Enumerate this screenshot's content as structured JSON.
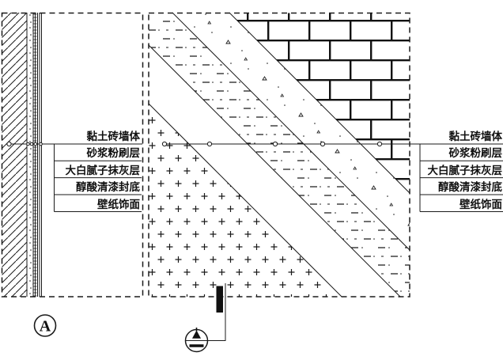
{
  "diagram": {
    "type": "wall-finish-construction-detail",
    "layers_left": [
      "黏土砖墙体",
      "砂浆粉刷层",
      "大白腻子抹灰层",
      "醇酸清漆封底",
      "壁纸饰面"
    ],
    "layers_right": [
      "黏土砖墙体",
      "砂浆粉刷层",
      "大白腻子抹灰层",
      "醇酸清漆封底",
      "壁纸饰面"
    ],
    "section_mark": {
      "letter": "A"
    },
    "detail_mark": {
      "top_glyph": "▲",
      "bottom_glyph": "—"
    },
    "colors": {
      "line": "#1a1a1a",
      "background": "#ffffff"
    }
  }
}
